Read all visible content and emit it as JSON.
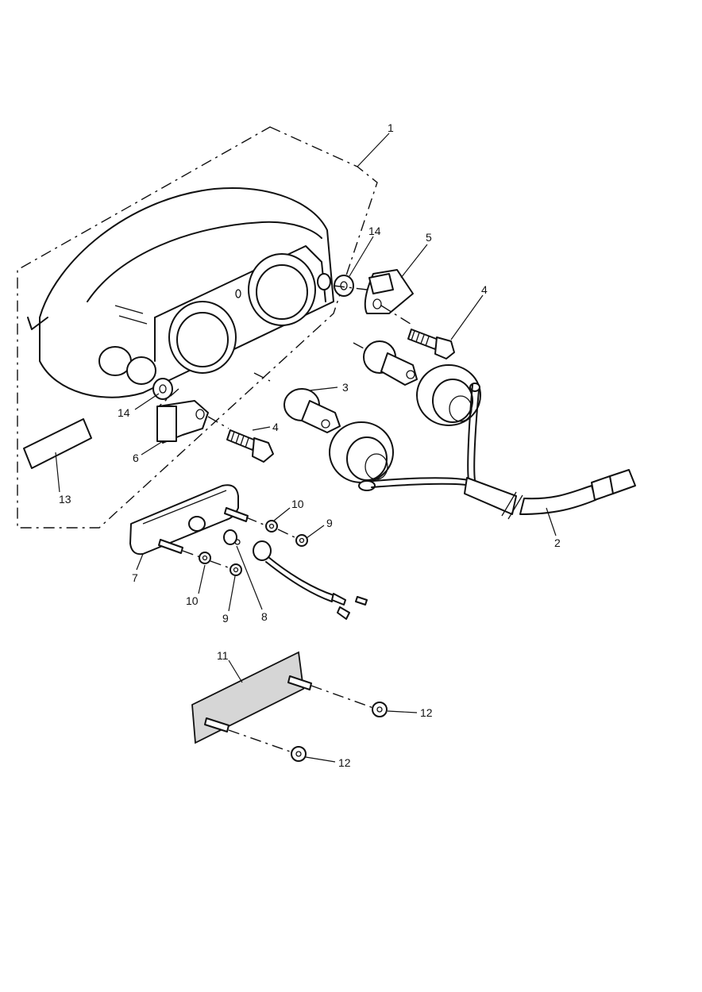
{
  "diagram": {
    "callouts": [
      {
        "id": "c1",
        "text": "1"
      },
      {
        "id": "c14a",
        "text": "14"
      },
      {
        "id": "c5",
        "text": "5"
      },
      {
        "id": "c4a",
        "text": "4"
      },
      {
        "id": "c3",
        "text": "3"
      },
      {
        "id": "c14b",
        "text": "14"
      },
      {
        "id": "c4b",
        "text": "4"
      },
      {
        "id": "c6",
        "text": "6"
      },
      {
        "id": "c13",
        "text": "13"
      },
      {
        "id": "c10a",
        "text": "10"
      },
      {
        "id": "c9a",
        "text": "9"
      },
      {
        "id": "c2",
        "text": "2"
      },
      {
        "id": "c7",
        "text": "7"
      },
      {
        "id": "c10b",
        "text": "10"
      },
      {
        "id": "c9b",
        "text": "9"
      },
      {
        "id": "c8",
        "text": "8"
      },
      {
        "id": "c11",
        "text": "11"
      },
      {
        "id": "c12a",
        "text": "12"
      },
      {
        "id": "c12b",
        "text": "12"
      }
    ]
  }
}
